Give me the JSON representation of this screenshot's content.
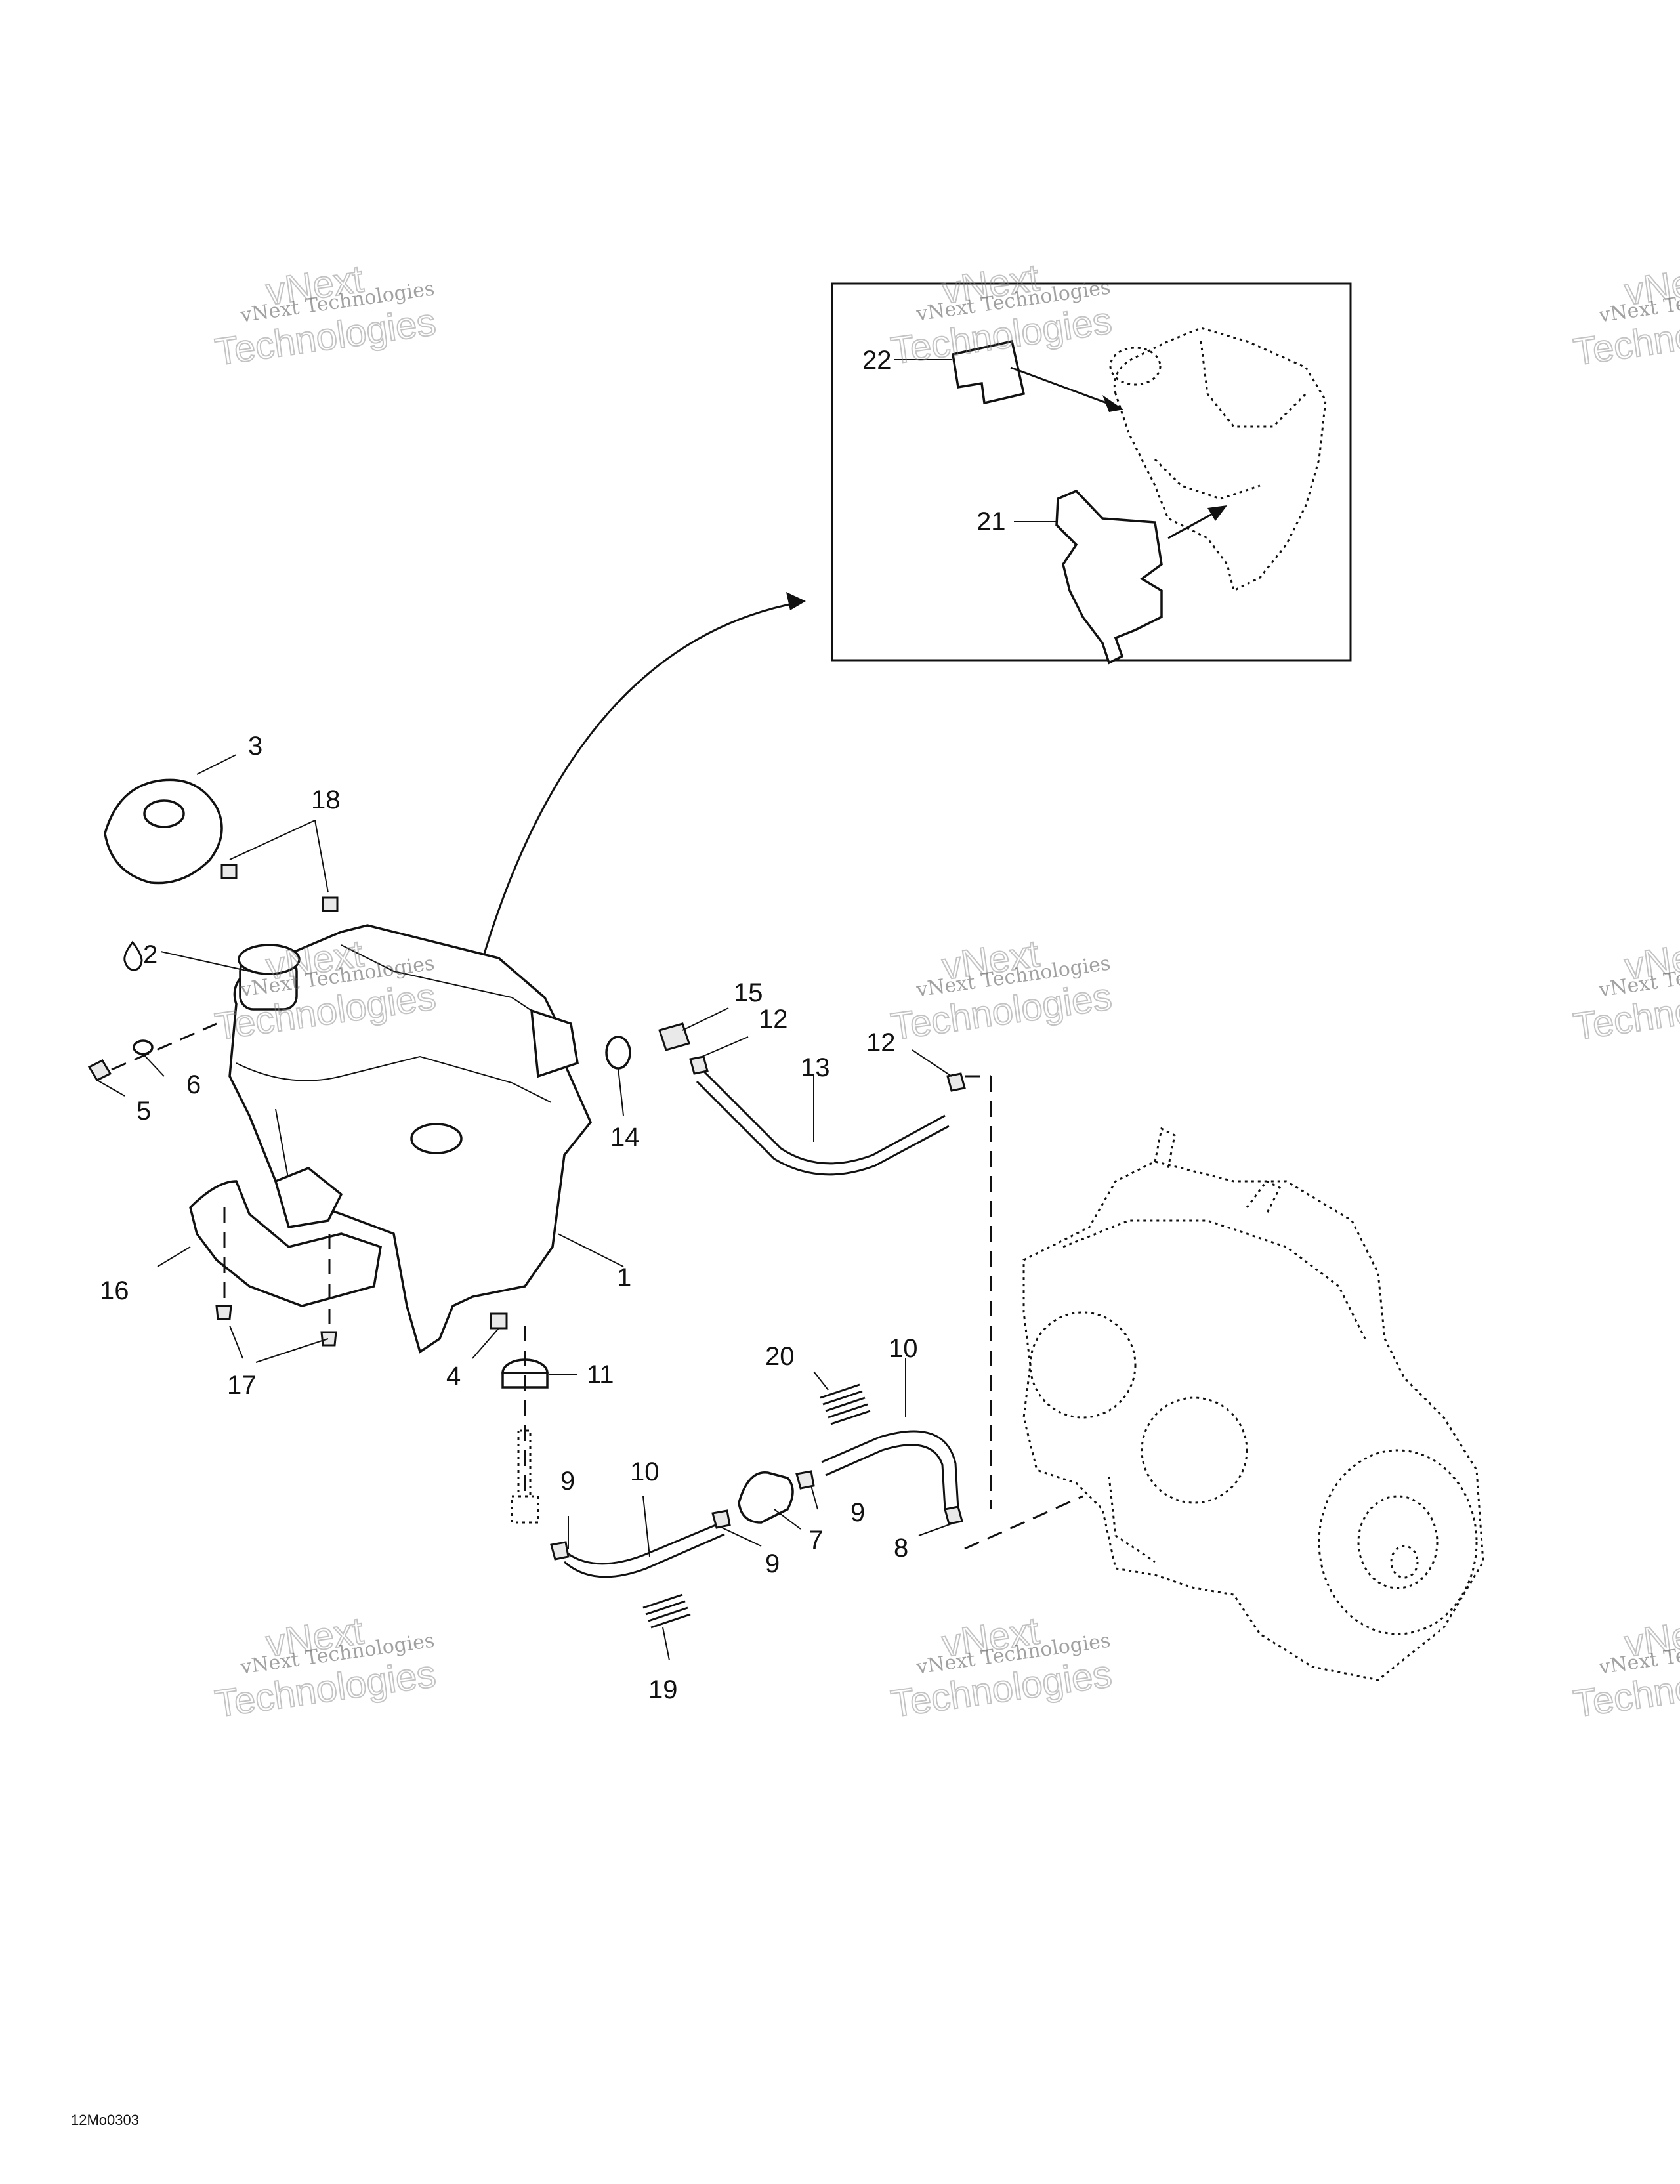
{
  "callouts": {
    "c1": "1",
    "c2": "2",
    "c3": "3",
    "c4": "4",
    "c5": "5",
    "c6": "6",
    "c7": "7",
    "c8": "8",
    "c9a": "9",
    "c9b": "9",
    "c9c": "9",
    "c10a": "10",
    "c10b": "10",
    "c11": "11",
    "c12a": "12",
    "c12b": "12",
    "c13": "13",
    "c14": "14",
    "c15": "15",
    "c16": "16",
    "c17": "17",
    "c18": "18",
    "c19": "19",
    "c20": "20",
    "c21": "21",
    "c22": "22"
  },
  "drawing_code": "12Mo0303",
  "watermark": {
    "line1": "vNext Technologies",
    "line2": "vNext",
    "line3": "Technologies"
  },
  "icons": {
    "fluid_drop": "drop-icon"
  }
}
